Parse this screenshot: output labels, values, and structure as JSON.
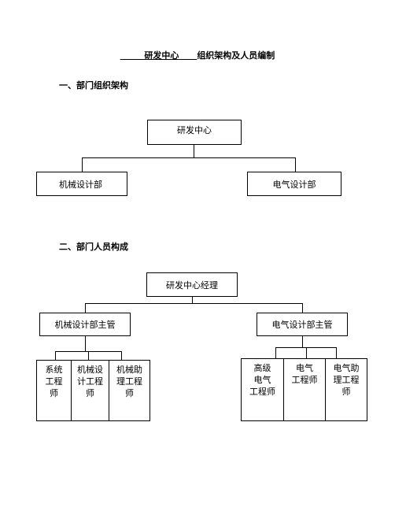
{
  "doc": {
    "title_blank_before": "        ",
    "title_part1": "研发中心",
    "title_blank_after": "      ",
    "title_part2": "组织架构及人员编制"
  },
  "section1": {
    "heading": "一、部门组织架构",
    "root": "研发中心",
    "children": [
      "机械设计部",
      "电气设计部"
    ]
  },
  "section2": {
    "heading": "二、部门人员构成",
    "root": "研发中心经理",
    "managers": [
      "机械设计部主管",
      "电气设计部主管"
    ],
    "mech_roles": [
      [
        "系统",
        "工程",
        "师"
      ],
      [
        "机械设",
        "计工程",
        "师"
      ],
      [
        "机械助",
        "理工程",
        "师"
      ]
    ],
    "elec_roles": [
      [
        "高级",
        "电气",
        "工程师"
      ],
      [
        "电气",
        "工程师"
      ],
      [
        "电气助",
        "理工程",
        "师"
      ]
    ]
  }
}
